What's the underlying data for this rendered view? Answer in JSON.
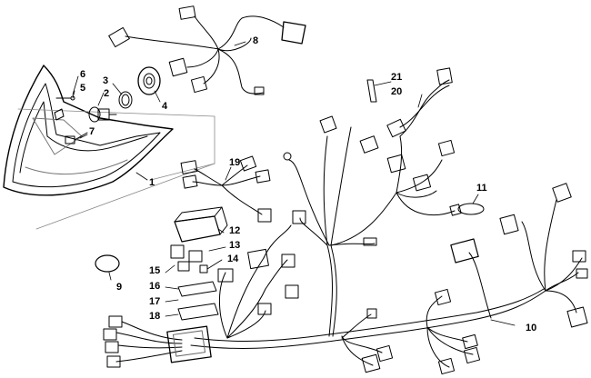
{
  "callouts": {
    "c1": "1",
    "c2": "2",
    "c3": "3",
    "c4": "4",
    "c5": "5",
    "c6": "6",
    "c7": "7",
    "c8": "8",
    "c9": "9",
    "c10": "10",
    "c11": "11",
    "c12": "12",
    "c13": "13",
    "c14": "14",
    "c15": "15",
    "c16": "16",
    "c17": "17",
    "c18": "18",
    "c19": "19",
    "c20": "20",
    "c21": "21"
  },
  "colors": {
    "line": "#000000",
    "light_line": "#999999",
    "background": "#ffffff"
  }
}
